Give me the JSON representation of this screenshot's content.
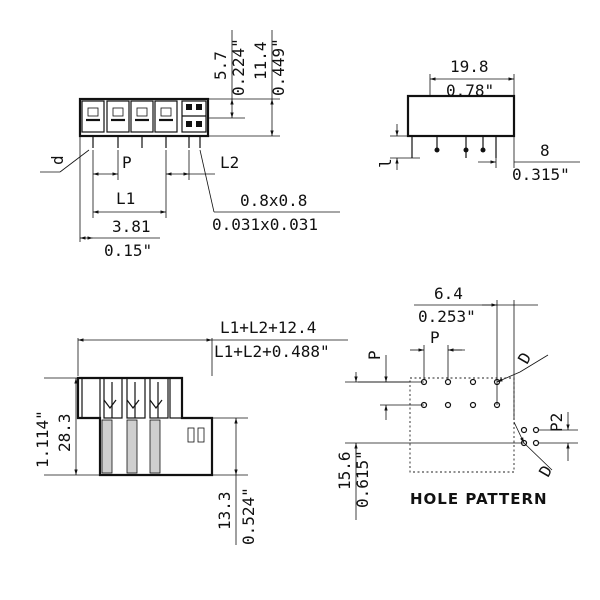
{
  "front": {
    "dim_57": "5.7",
    "dim_0224": "0.224\"",
    "dim_114": "11.4",
    "dim_0449": "0.449\"",
    "label_d": "d",
    "label_p": "P",
    "label_l2": "L2",
    "label_l1": "L1",
    "dim_381": "3.81",
    "dim_015": "0.15\"",
    "dim_pin": "0.8x0.8",
    "dim_pin_in": "0.031x0.031"
  },
  "side": {
    "dim_198": "19.8",
    "dim_078": "0.78\"",
    "label_l": "l",
    "dim_8": "8",
    "dim_0315": "0.315\""
  },
  "bottom": {
    "dim_len": "L1+L2+12.4",
    "dim_len_in": "L1+L2+0.488\"",
    "dim_283": "28.3",
    "dim_1114": "1.114\"",
    "dim_133": "13.3",
    "dim_0524": "0.524\""
  },
  "holes": {
    "dim_64": "6.4",
    "dim_0253": "0.253\"",
    "label_p_left": "P",
    "label_p_top": "P",
    "label_d_top": "D",
    "label_p2": "P2",
    "label_d_bottom": "D",
    "dim_156": "15.6",
    "dim_0615": "0.615\"",
    "title": "HOLE PATTERN"
  }
}
